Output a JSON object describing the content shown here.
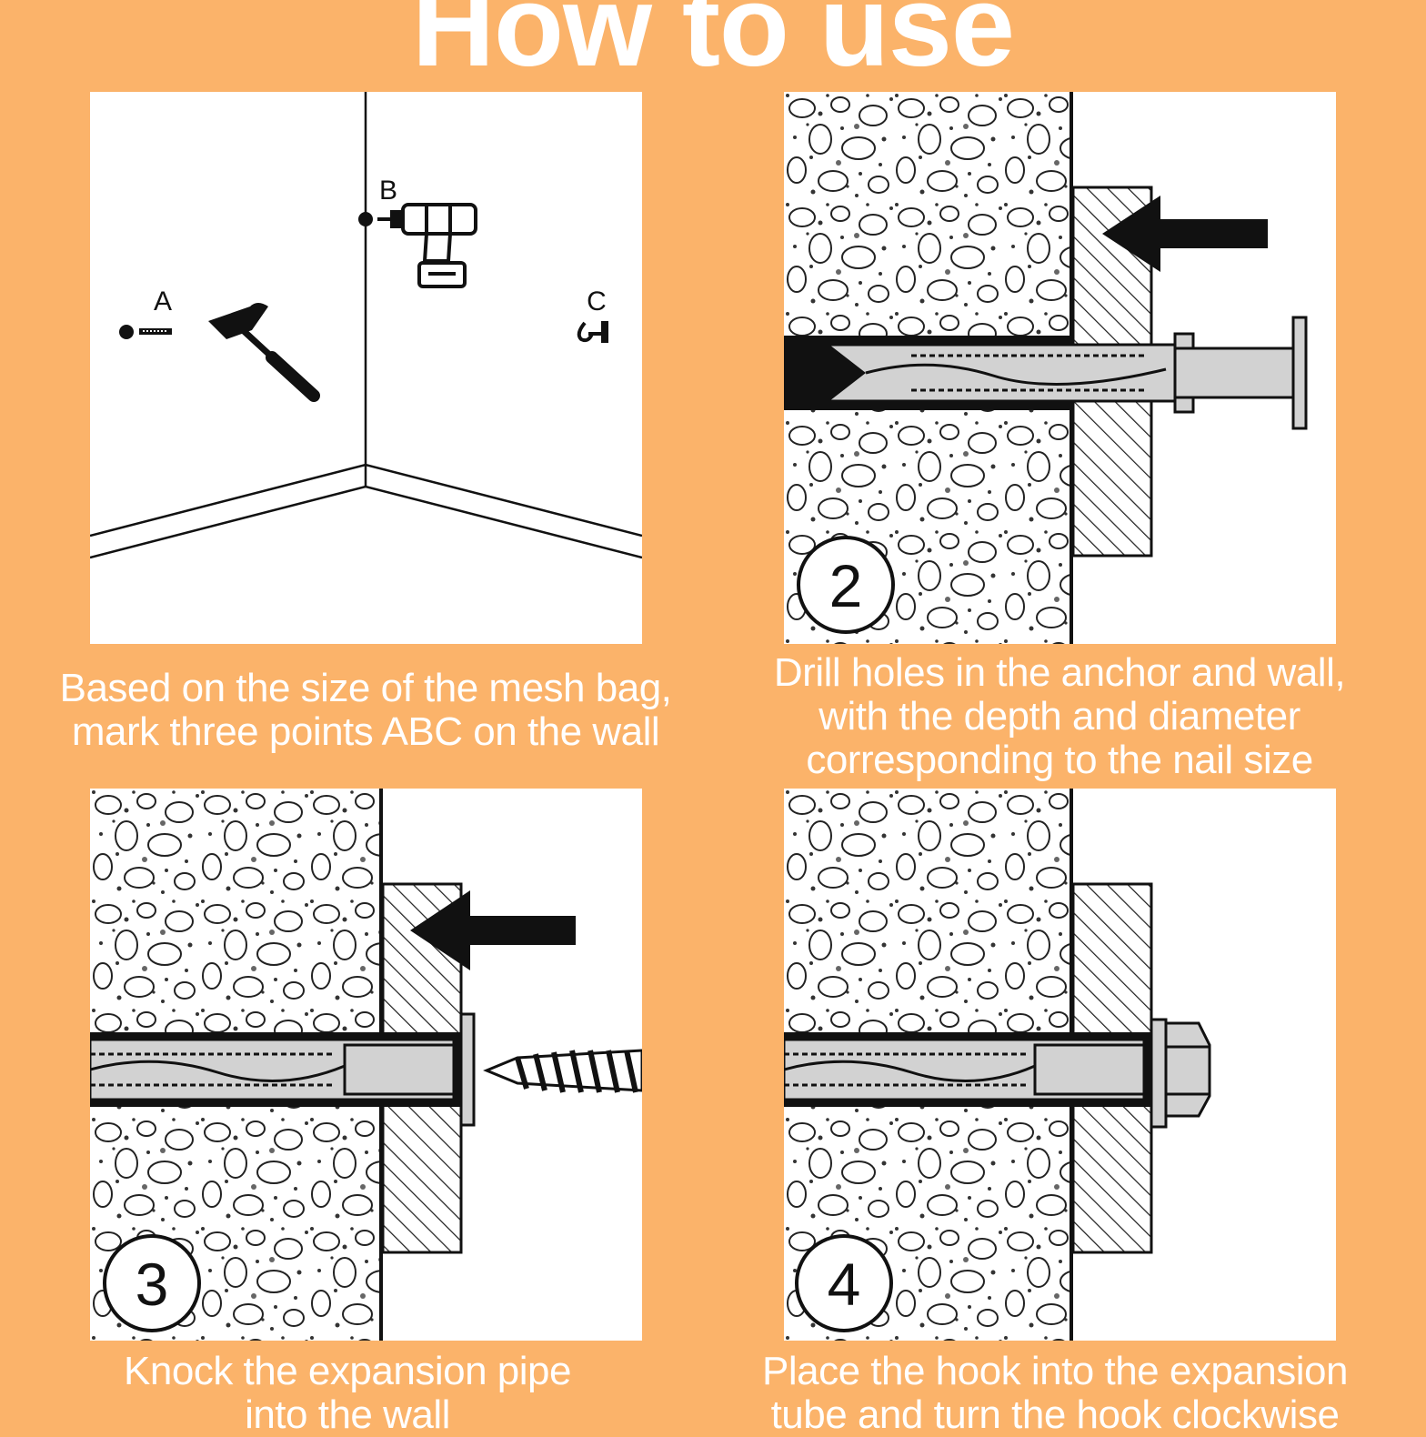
{
  "header": {
    "title": "How to use"
  },
  "steps": [
    {
      "labels": {
        "a": "A",
        "b": "B",
        "c": "C"
      },
      "caption": [
        "Based on the size of the mesh bag,",
        "mark three points ABC on the wall"
      ]
    },
    {
      "number": "2",
      "caption": [
        "Drill holes in the anchor and wall,",
        "with the depth and diameter",
        "corresponding to the nail size"
      ]
    },
    {
      "number": "3",
      "caption": [
        "Knock the expansion pipe",
        "into the wall"
      ]
    },
    {
      "number": "4",
      "caption": [
        "Place the hook into the expansion",
        "tube and turn the hook clockwise"
      ]
    }
  ],
  "colors": {
    "background": "#FBB36A",
    "panel": "#FFFFFF",
    "ink": "#111111",
    "metal": "#D2D2D2"
  },
  "icons": [
    "hammer-icon",
    "drill-icon",
    "hook-icon",
    "anchor-icon",
    "arrow-icon",
    "screw-icon",
    "bolt-icon"
  ]
}
